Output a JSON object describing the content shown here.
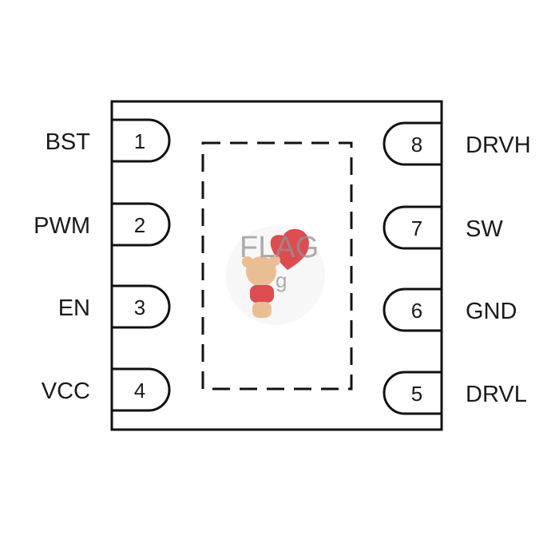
{
  "diagram": {
    "left_pins": [
      {
        "number": "1",
        "name": "BST"
      },
      {
        "number": "2",
        "name": "PWM"
      },
      {
        "number": "3",
        "name": "EN"
      },
      {
        "number": "4",
        "name": "VCC"
      }
    ],
    "right_pins": [
      {
        "number": "8",
        "name": "DRVH"
      },
      {
        "number": "7",
        "name": "SW"
      },
      {
        "number": "6",
        "name": "GND"
      },
      {
        "number": "5",
        "name": "DRVL"
      }
    ],
    "watermark": {
      "text": "FLAG",
      "subtext": "g"
    },
    "colors": {
      "line": "#111111",
      "heart": "#d9393f",
      "bear": "#e8b88a"
    }
  }
}
